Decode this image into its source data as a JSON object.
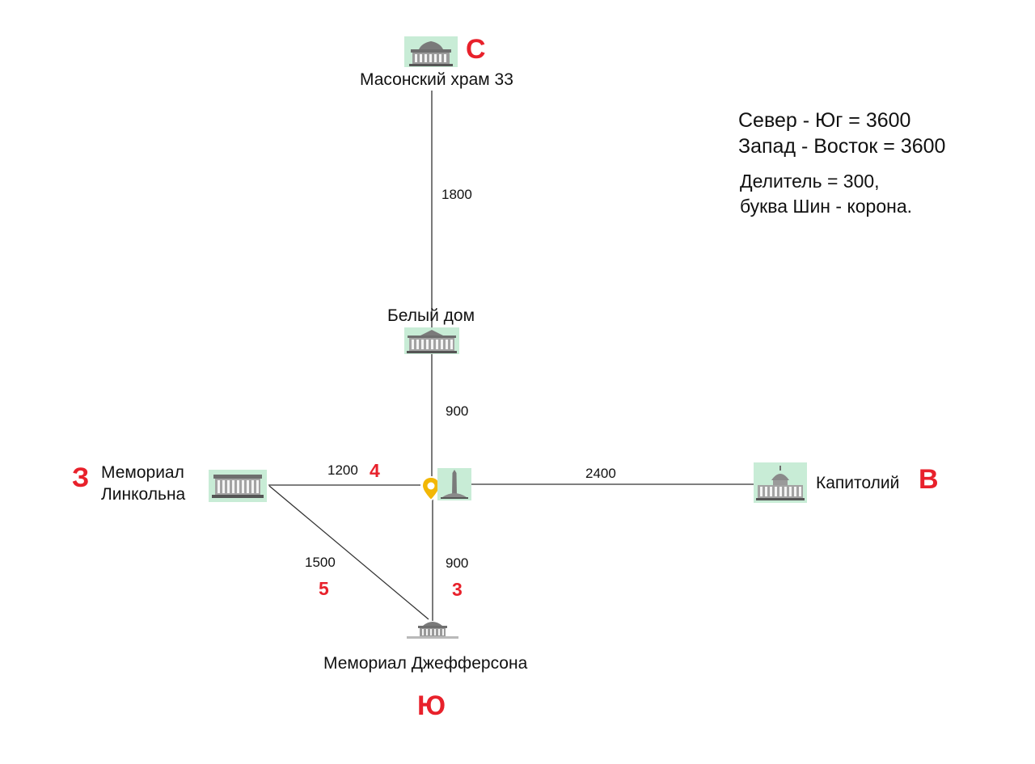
{
  "places": {
    "masonic_temple": "Масонский храм 33",
    "white_house": "Белый дом",
    "lincoln_line1": "Мемориал",
    "lincoln_line2": "Линкольна",
    "capitol": "Капитолий",
    "jefferson": "Мемориал Джефферсона"
  },
  "directions": {
    "north": "С",
    "south": "Ю",
    "west": "З",
    "east": "В"
  },
  "distances": {
    "temple_whitehouse": "1800",
    "whitehouse_center": "900",
    "lincoln_center": "1200",
    "center_capitol": "2400",
    "lincoln_jefferson": "1500",
    "center_jefferson": "900"
  },
  "digits": {
    "lincoln_center": "4",
    "lincoln_jefferson": "5",
    "center_jefferson": "3"
  },
  "notes": {
    "line1": "Север - Юг = 3600",
    "line2": "Запад - Восток = 3600",
    "line3": "Делитель = 300,",
    "line4": "буква Шин - корона."
  },
  "colors": {
    "accent_red": "#e8212b",
    "icon_bg": "#c8ecd6",
    "line": "#333333",
    "pin": "#f2b705"
  },
  "icons": [
    "building-icon",
    "white-house-icon",
    "lincoln-memorial-icon",
    "capitol-icon",
    "jefferson-memorial-icon",
    "location-pin-icon",
    "monument-icon"
  ]
}
